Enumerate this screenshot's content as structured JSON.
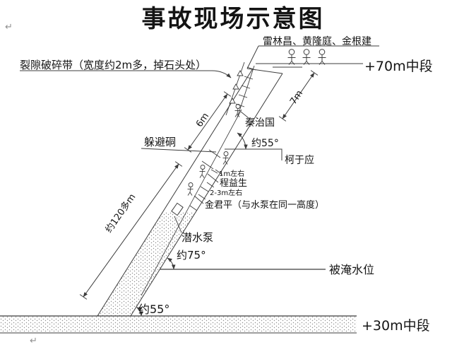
{
  "title": "事故现场示意图",
  "colors": {
    "line": "#3c3c3c",
    "text": "#141414",
    "background": "#ffffff",
    "stipple": "#8f8f8f",
    "paragraph_mark": "#8f8f8f"
  },
  "labels": {
    "names_top": "雷林昌、黄隆庭、金根建",
    "level_top": "+70m中段",
    "fracture_zone": "裂隙破碎带（宽度约2m多，掉石头处）",
    "shelter": "躲避硐",
    "person_qin": "秦治国",
    "angle_top": "约55°",
    "person_ke": "柯于应",
    "dist_1m": "1m左右",
    "person_cheng": "程益生",
    "dist_2_3m": "2-3m左右",
    "person_jin": "金君平（与水泵在同一高度）",
    "pump": "潜水泵",
    "angle_mid": "约75°",
    "water_level": "被淹水位",
    "angle_bottom": "约55°",
    "level_bottom": "+30m中段",
    "dim_6m": "6m",
    "dim_7m": "7m",
    "dim_120m": "约120多m",
    "para_mark": "↵"
  }
}
